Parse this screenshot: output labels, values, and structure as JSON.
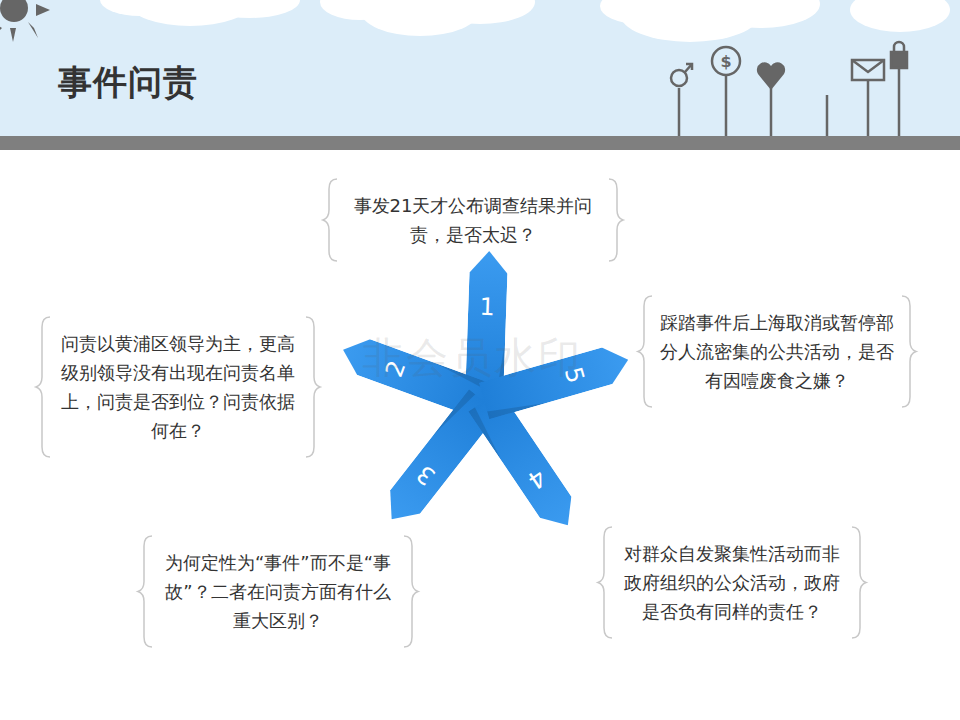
{
  "diagram": {
    "title": "事件问责",
    "nodes": [
      {
        "text": [
          "1"
        ]
      },
      {
        "text": [
          "事发21天才公布调查结果并问责，是否太迟？"
        ]
      },
      {
        "text": [
          "2"
        ]
      },
      {
        "text": [
          "问责以黄浦区领导为主，更高级别领导没有出现在问责名单上，问责是否到位？问责依据何在？"
        ]
      },
      {
        "text": [
          "3"
        ]
      },
      {
        "text": [
          "为何定性为“事件”而不是“事故”？二者在问责方面有什么重大区别？"
        ]
      },
      {
        "text": [
          "4"
        ]
      },
      {
        "text": [
          "对群众自发聚集性活动而非政府组织的公众活动，政府是否负有同样的责任？"
        ]
      },
      {
        "text": [
          "5"
        ]
      },
      {
        "text": [
          "踩踏事件后上海取消或暂停部分人流密集的公共活动，是否有因噎废食之嫌？"
        ]
      }
    ],
    "labels": [
      "非会员水印"
    ]
  }
}
